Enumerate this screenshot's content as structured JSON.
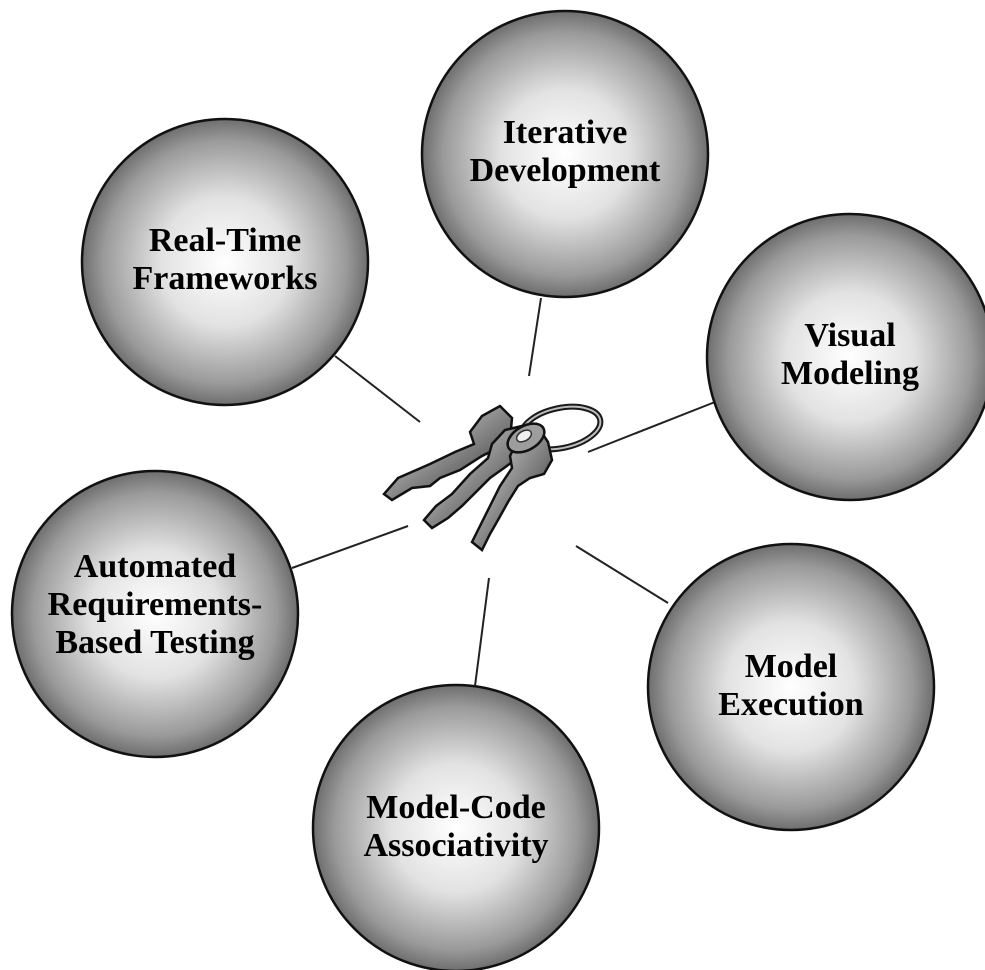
{
  "diagram": {
    "center": {
      "icon": "key-ring-icon"
    },
    "nodes": [
      {
        "id": "iterative-development",
        "lines": [
          "Iterative",
          "Development"
        ]
      },
      {
        "id": "real-time-frameworks",
        "lines": [
          "Real-Time",
          "Frameworks"
        ]
      },
      {
        "id": "visual-modeling",
        "lines": [
          "Visual",
          "Modeling"
        ]
      },
      {
        "id": "automated-testing",
        "lines": [
          "Automated",
          "Requirements-",
          "Based Testing"
        ]
      },
      {
        "id": "model-execution",
        "lines": [
          "Model",
          "Execution"
        ]
      },
      {
        "id": "model-code-associativity",
        "lines": [
          "Model-Code",
          "Associativity"
        ]
      }
    ]
  }
}
